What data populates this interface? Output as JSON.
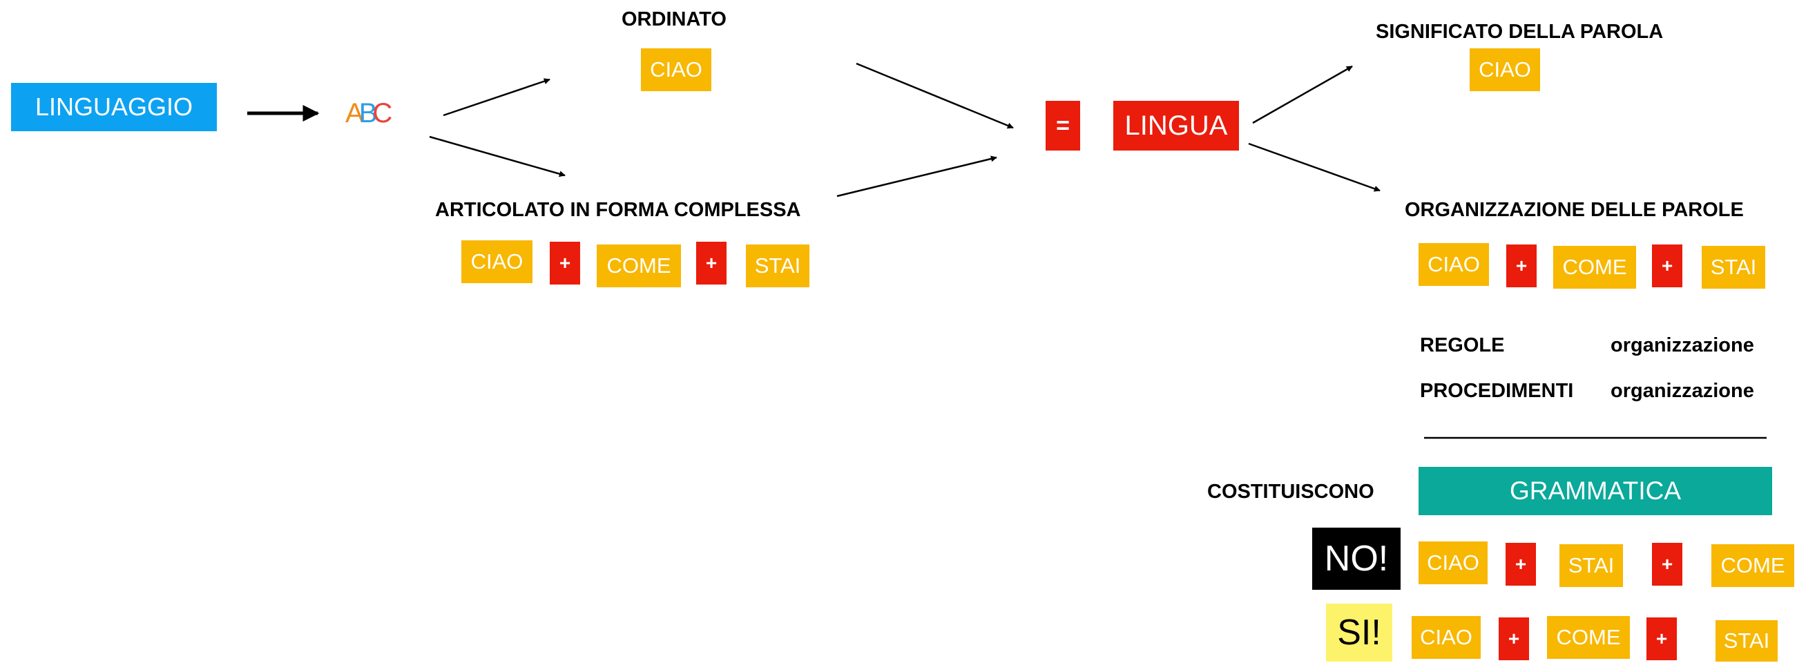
{
  "colors": {
    "blue": "#0da2f1",
    "yellow": "#f8b700",
    "red": "#ea1c0c",
    "teal": "#0aa99a",
    "black": "#000000",
    "light_yellow": "#fdf36b"
  },
  "nodes": {
    "linguaggio": "LINGUAGGIO",
    "abc_icon": "abc-letters-icon",
    "abc_letters": [
      "A",
      "B",
      "C"
    ],
    "ordinato": {
      "title": "ORDINATO",
      "word": "CIAO"
    },
    "articolato": {
      "title": "ARTICOLATO IN FORMA COMPLESSA",
      "words": [
        "CIAO",
        "COME",
        "STAI"
      ],
      "plus": "+"
    },
    "equals": "=",
    "lingua": "LINGUA",
    "significato": {
      "title": "SIGNIFICATO DELLA PAROLA",
      "word": "CIAO"
    },
    "organizzazione": {
      "title": "ORGANIZZAZIONE DELLE PAROLE",
      "words": [
        "CIAO",
        "COME",
        "STAI"
      ],
      "plus": "+"
    },
    "regole": {
      "left": "REGOLE",
      "right": "organizzazione"
    },
    "procedimenti": {
      "left": "PROCEDIMENTI",
      "right": "organizzazione"
    },
    "costituiscono": "COSTITUISCONO",
    "grammatica": "GRAMMATICA",
    "no_row": {
      "badge": "NO!",
      "words": [
        "CIAO",
        "STAI",
        "COME"
      ],
      "plus": "+"
    },
    "si_row": {
      "badge": "SI!",
      "words": [
        "CIAO",
        "COME",
        "STAI"
      ],
      "plus": "+"
    }
  }
}
